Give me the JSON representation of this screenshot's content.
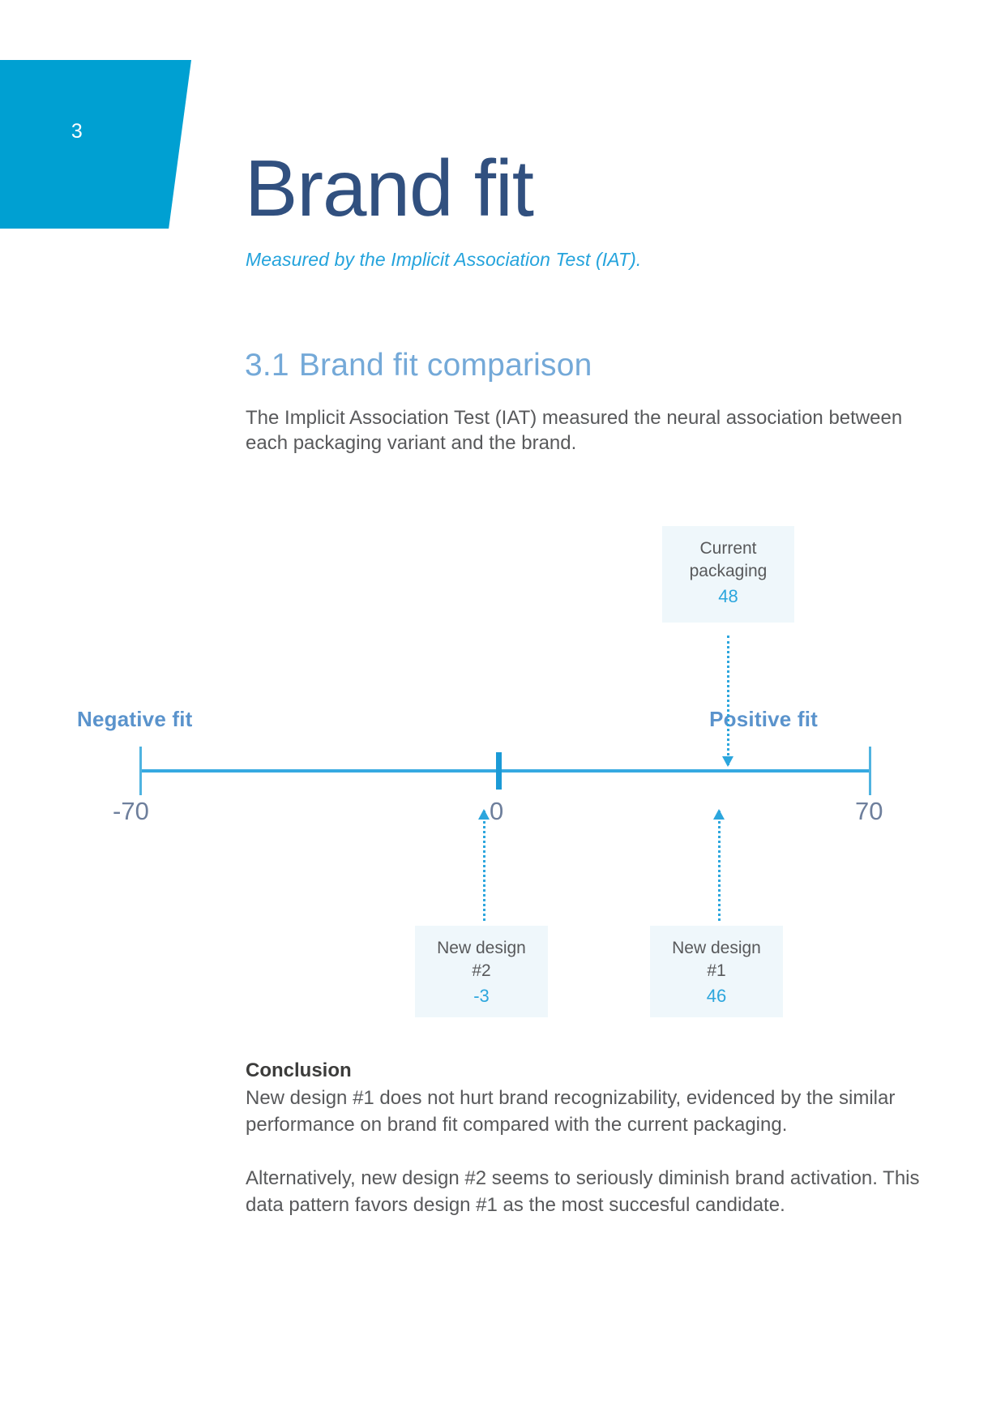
{
  "header": {
    "chapter_number": "3",
    "title": "Brand fit",
    "subtitle": "Measured by the Implicit Association Test (IAT).",
    "section_number": "3.1",
    "section_title": "Brand fit comparison",
    "intro": "The Implicit Association Test (IAT) measured the neural association between each packaging variant and the brand."
  },
  "colors": {
    "badge_blue": "#00a0d2",
    "title_navy": "#31507f",
    "subtitle_cyan": "#24a3dc",
    "section_blue": "#74a9d8",
    "axis_blue": "#36a9e1",
    "value_cyan": "#2ca6dd",
    "pole_blue": "#5a93cc",
    "callout_bg": "#eff7fb",
    "body_gray": "#58595b"
  },
  "chart_data": {
    "type": "scatter",
    "title": "Brand fit comparison",
    "xlabel": "",
    "ylabel": "",
    "xlim": [
      -70,
      70
    ],
    "axis_ticks": [
      "-70",
      "0",
      "70"
    ],
    "axis_left_label": "-70",
    "axis_zero_label": "0",
    "axis_right_label": "70",
    "pole_left": "Negative fit",
    "pole_right": "Positive fit",
    "grid": false,
    "legend": "none",
    "categories": [
      "Current packaging",
      "New design #1",
      "New design #2"
    ],
    "values": [
      48,
      46,
      -3
    ],
    "points": [
      {
        "name": "Current packaging",
        "label_line1": "Current",
        "label_line2": "packaging",
        "value": 48,
        "value_text": "48",
        "side": "above"
      },
      {
        "name": "New design #1",
        "label_line1": "New design",
        "label_line2": "#1",
        "value": 46,
        "value_text": "46",
        "side": "below"
      },
      {
        "name": "New design #2",
        "label_line1": "New design",
        "label_line2": "#2",
        "value": -3,
        "value_text": "-3",
        "side": "below"
      }
    ]
  },
  "conclusion": {
    "heading": "Conclusion",
    "paragraph_1": "New design #1 does not hurt brand recognizability, evidenced by the similar performance on brand fit compared with the current packaging.",
    "paragraph_2": "Alternatively, new design #2 seems to seriously diminish brand activation. This data pattern favors design #1 as the most succesful candidate."
  }
}
